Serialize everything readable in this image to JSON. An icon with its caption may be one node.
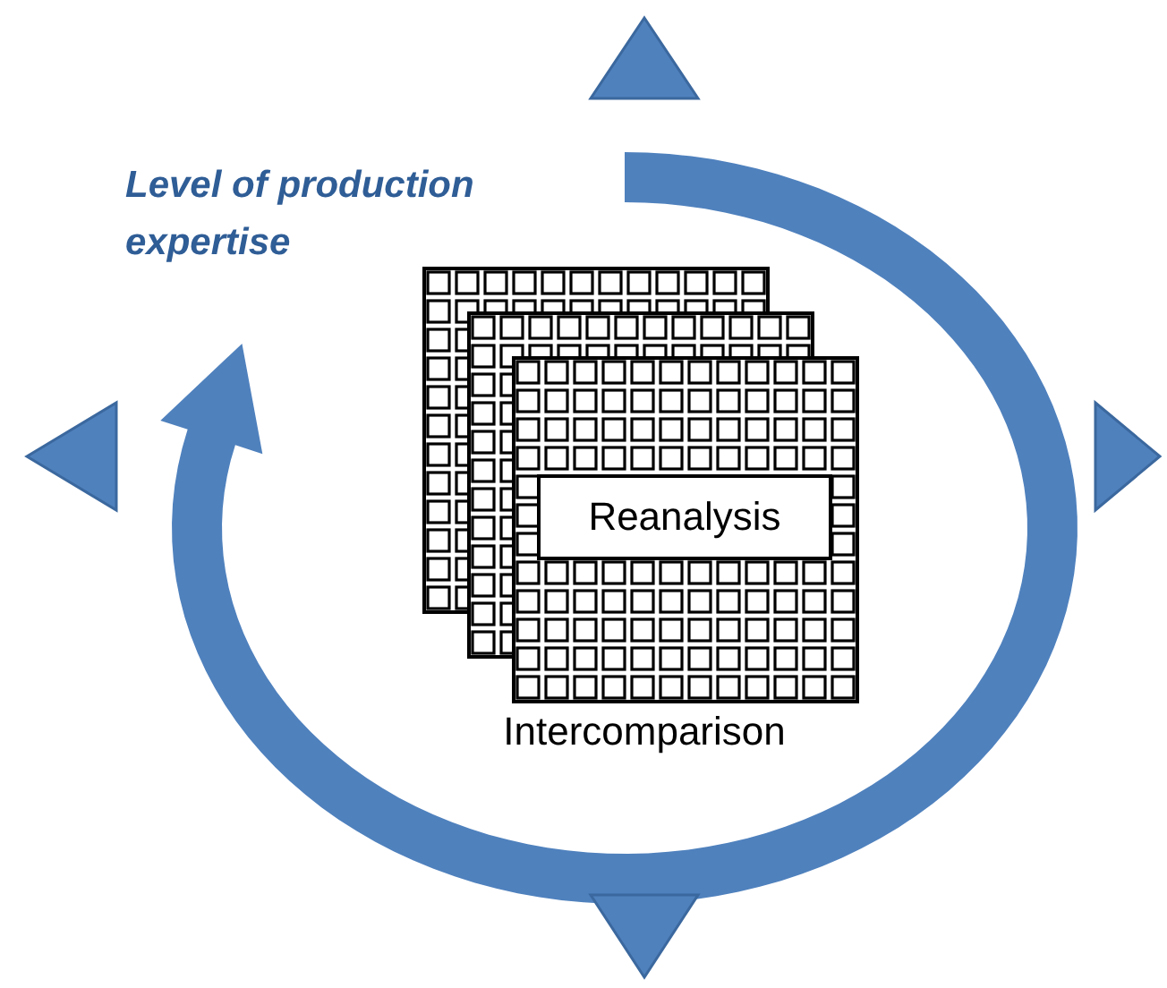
{
  "diagram": {
    "nodes": [
      {
        "text": [
          "Reanalysis"
        ]
      }
    ],
    "labels": [
      "Level of production expertise",
      "Intercomparison"
    ]
  }
}
